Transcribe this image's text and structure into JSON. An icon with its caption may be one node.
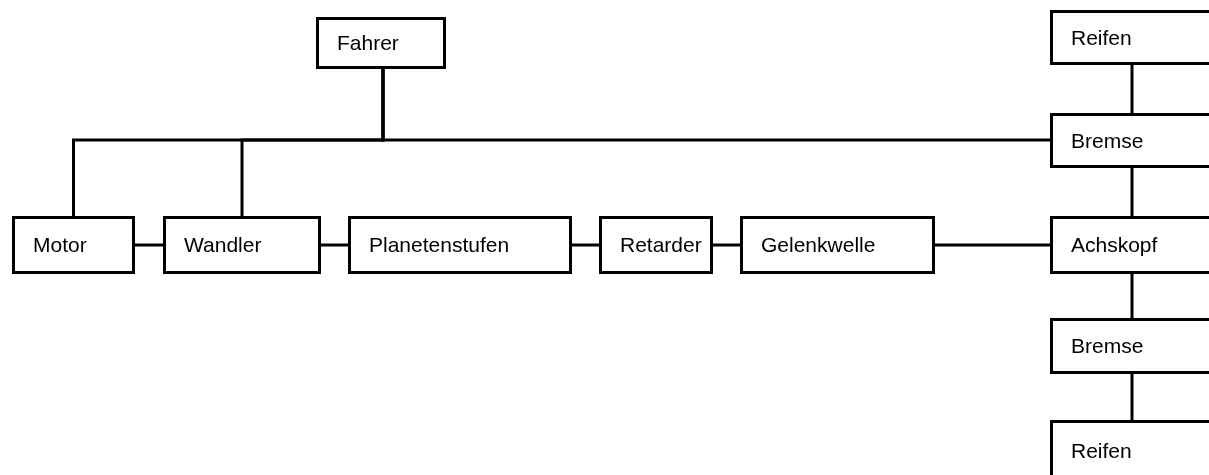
{
  "diagram": {
    "nodes": [
      {
        "text": [
          "Fahrer"
        ]
      },
      {
        "text": [
          "Reifen"
        ]
      },
      {
        "text": [
          "Bremse"
        ]
      },
      {
        "text": [
          "Motor"
        ]
      },
      {
        "text": [
          "Wandler"
        ]
      },
      {
        "text": [
          "Planetenstufen"
        ]
      },
      {
        "text": [
          "Retarder"
        ]
      },
      {
        "text": [
          "Gelenkwelle"
        ]
      },
      {
        "text": [
          "Achskopf"
        ]
      },
      {
        "text": [
          "Bremse"
        ]
      },
      {
        "text": [
          "Reifen"
        ]
      }
    ],
    "edges": [
      {
        "from": 0,
        "to": 3,
        "arrow": "none"
      },
      {
        "from": 0,
        "to": 4,
        "arrow": "none"
      },
      {
        "from": 0,
        "to": 2,
        "arrow": "none"
      },
      {
        "from": 3,
        "to": 4,
        "arrow": "none"
      },
      {
        "from": 4,
        "to": 5,
        "arrow": "none"
      },
      {
        "from": 5,
        "to": 6,
        "arrow": "none"
      },
      {
        "from": 6,
        "to": 7,
        "arrow": "none"
      },
      {
        "from": 7,
        "to": 8,
        "arrow": "none"
      },
      {
        "from": 1,
        "to": 2,
        "arrow": "none"
      },
      {
        "from": 2,
        "to": 8,
        "arrow": "none"
      },
      {
        "from": 8,
        "to": 9,
        "arrow": "none"
      },
      {
        "from": 9,
        "to": 10,
        "arrow": "none"
      }
    ]
  }
}
